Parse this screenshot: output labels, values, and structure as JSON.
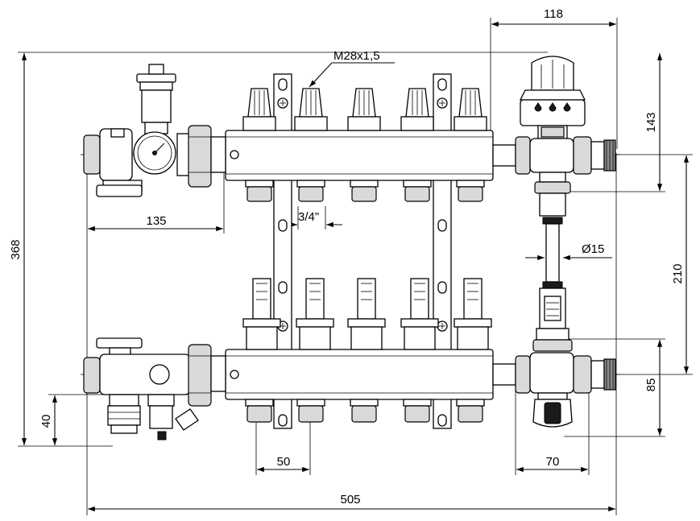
{
  "dimensions": {
    "overall_width": "505",
    "overall_height": "368",
    "valve_width": "118",
    "top_height": "143",
    "connection_spacing": "210",
    "bottom_height": "85",
    "left_offset": "135",
    "outlet_pitch": "50",
    "right_offset": "70",
    "drain_height": "40",
    "pipe_diameter": "Ø15",
    "outlet_thread": "3/4\"",
    "valve_thread": "M28x1,5"
  },
  "colors": {
    "line": "#000000",
    "light_fill": "#d9d9d9",
    "dark_fill": "#8c8c8c"
  }
}
